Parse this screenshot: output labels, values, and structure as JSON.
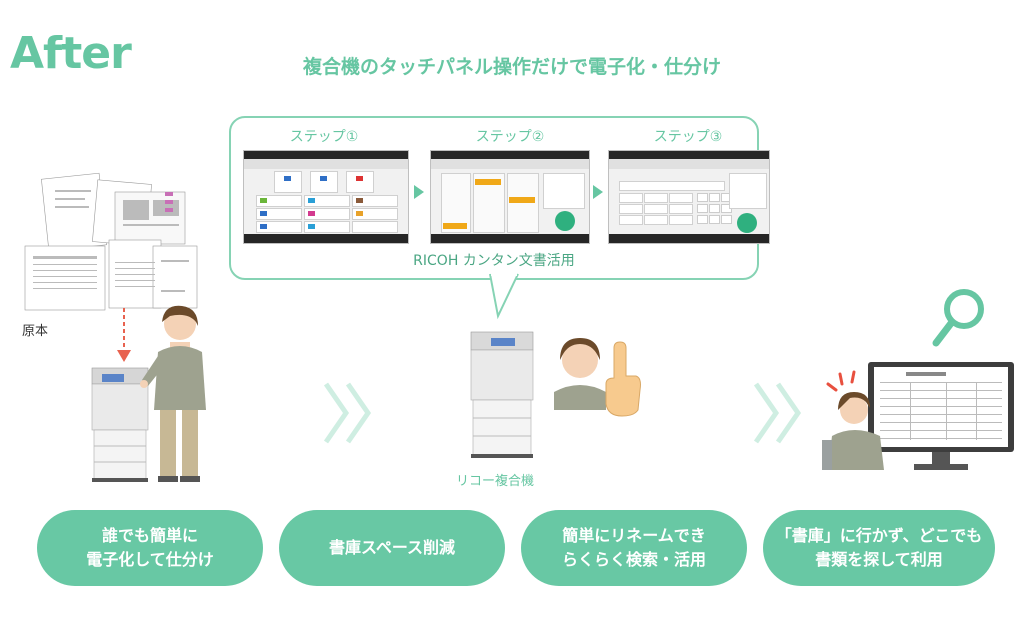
{
  "title": "After",
  "headline": "複合機のタッチパネル操作だけで電子化・仕分け",
  "steps": [
    {
      "label": "ステップ①"
    },
    {
      "label": "ステップ②"
    },
    {
      "label": "ステップ③"
    }
  ],
  "panel_caption": "RICOH カンタン文書活用",
  "original_label": "原本",
  "mfp_label": "リコー複合機",
  "benefits": [
    {
      "text": "誰でも簡単に\n電子化して仕分け"
    },
    {
      "text": "書庫スペース削減"
    },
    {
      "text": "簡単にリネームでき\nらくらく検索・活用"
    },
    {
      "text": "「書庫」に行かず、どこでも\n書類を探して利用"
    }
  ],
  "colors": {
    "accent": "#66c6a2",
    "pill": "#68c8a4",
    "arrow": "#cfeee2",
    "dashed_arrow": "#e8624f"
  },
  "icons": [
    "magnifier-icon",
    "alert-marks-icon",
    "finger-up-icon"
  ]
}
